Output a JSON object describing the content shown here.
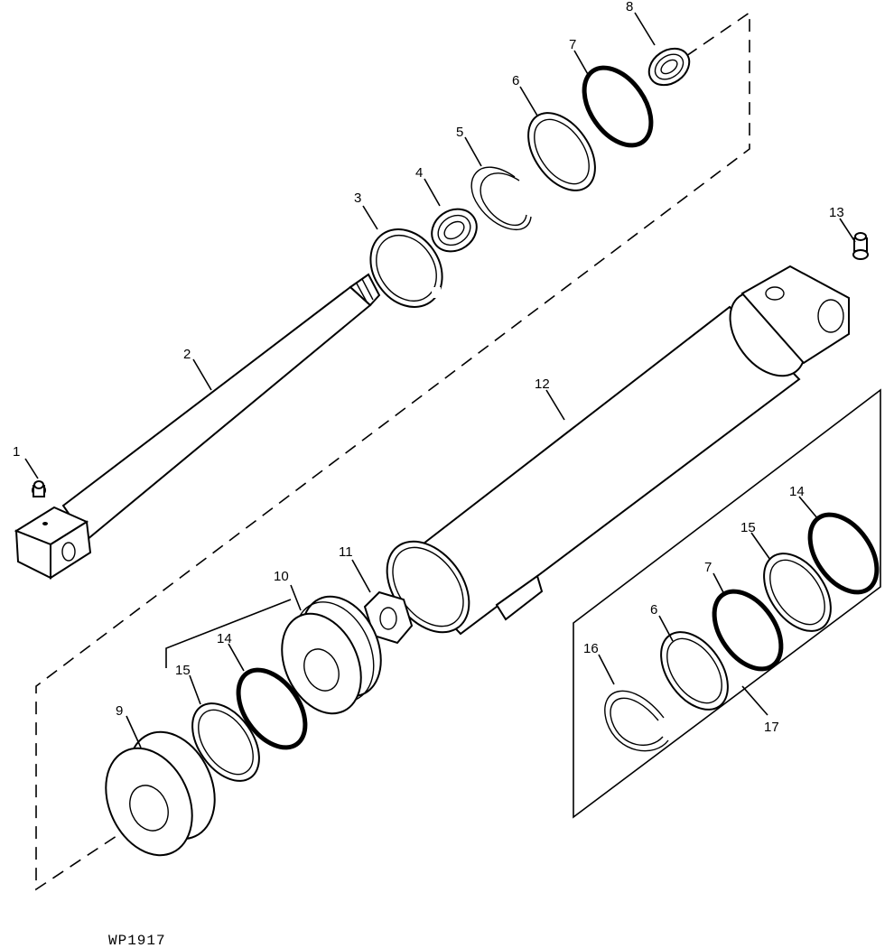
{
  "figure_code": "WP1917",
  "parts": [
    {
      "id": "1",
      "label": "1"
    },
    {
      "id": "2",
      "label": "2"
    },
    {
      "id": "3",
      "label": "3"
    },
    {
      "id": "4",
      "label": "4"
    },
    {
      "id": "5",
      "label": "5"
    },
    {
      "id": "6",
      "label": "6"
    },
    {
      "id": "7",
      "label": "7"
    },
    {
      "id": "8",
      "label": "8"
    },
    {
      "id": "9",
      "label": "9"
    },
    {
      "id": "10",
      "label": "10"
    },
    {
      "id": "11",
      "label": "11"
    },
    {
      "id": "12",
      "label": "12"
    },
    {
      "id": "13",
      "label": "13"
    },
    {
      "id": "14",
      "label": "14"
    },
    {
      "id": "15",
      "label": "15"
    },
    {
      "id": "16",
      "label": "16"
    },
    {
      "id": "17",
      "label": "17"
    }
  ]
}
